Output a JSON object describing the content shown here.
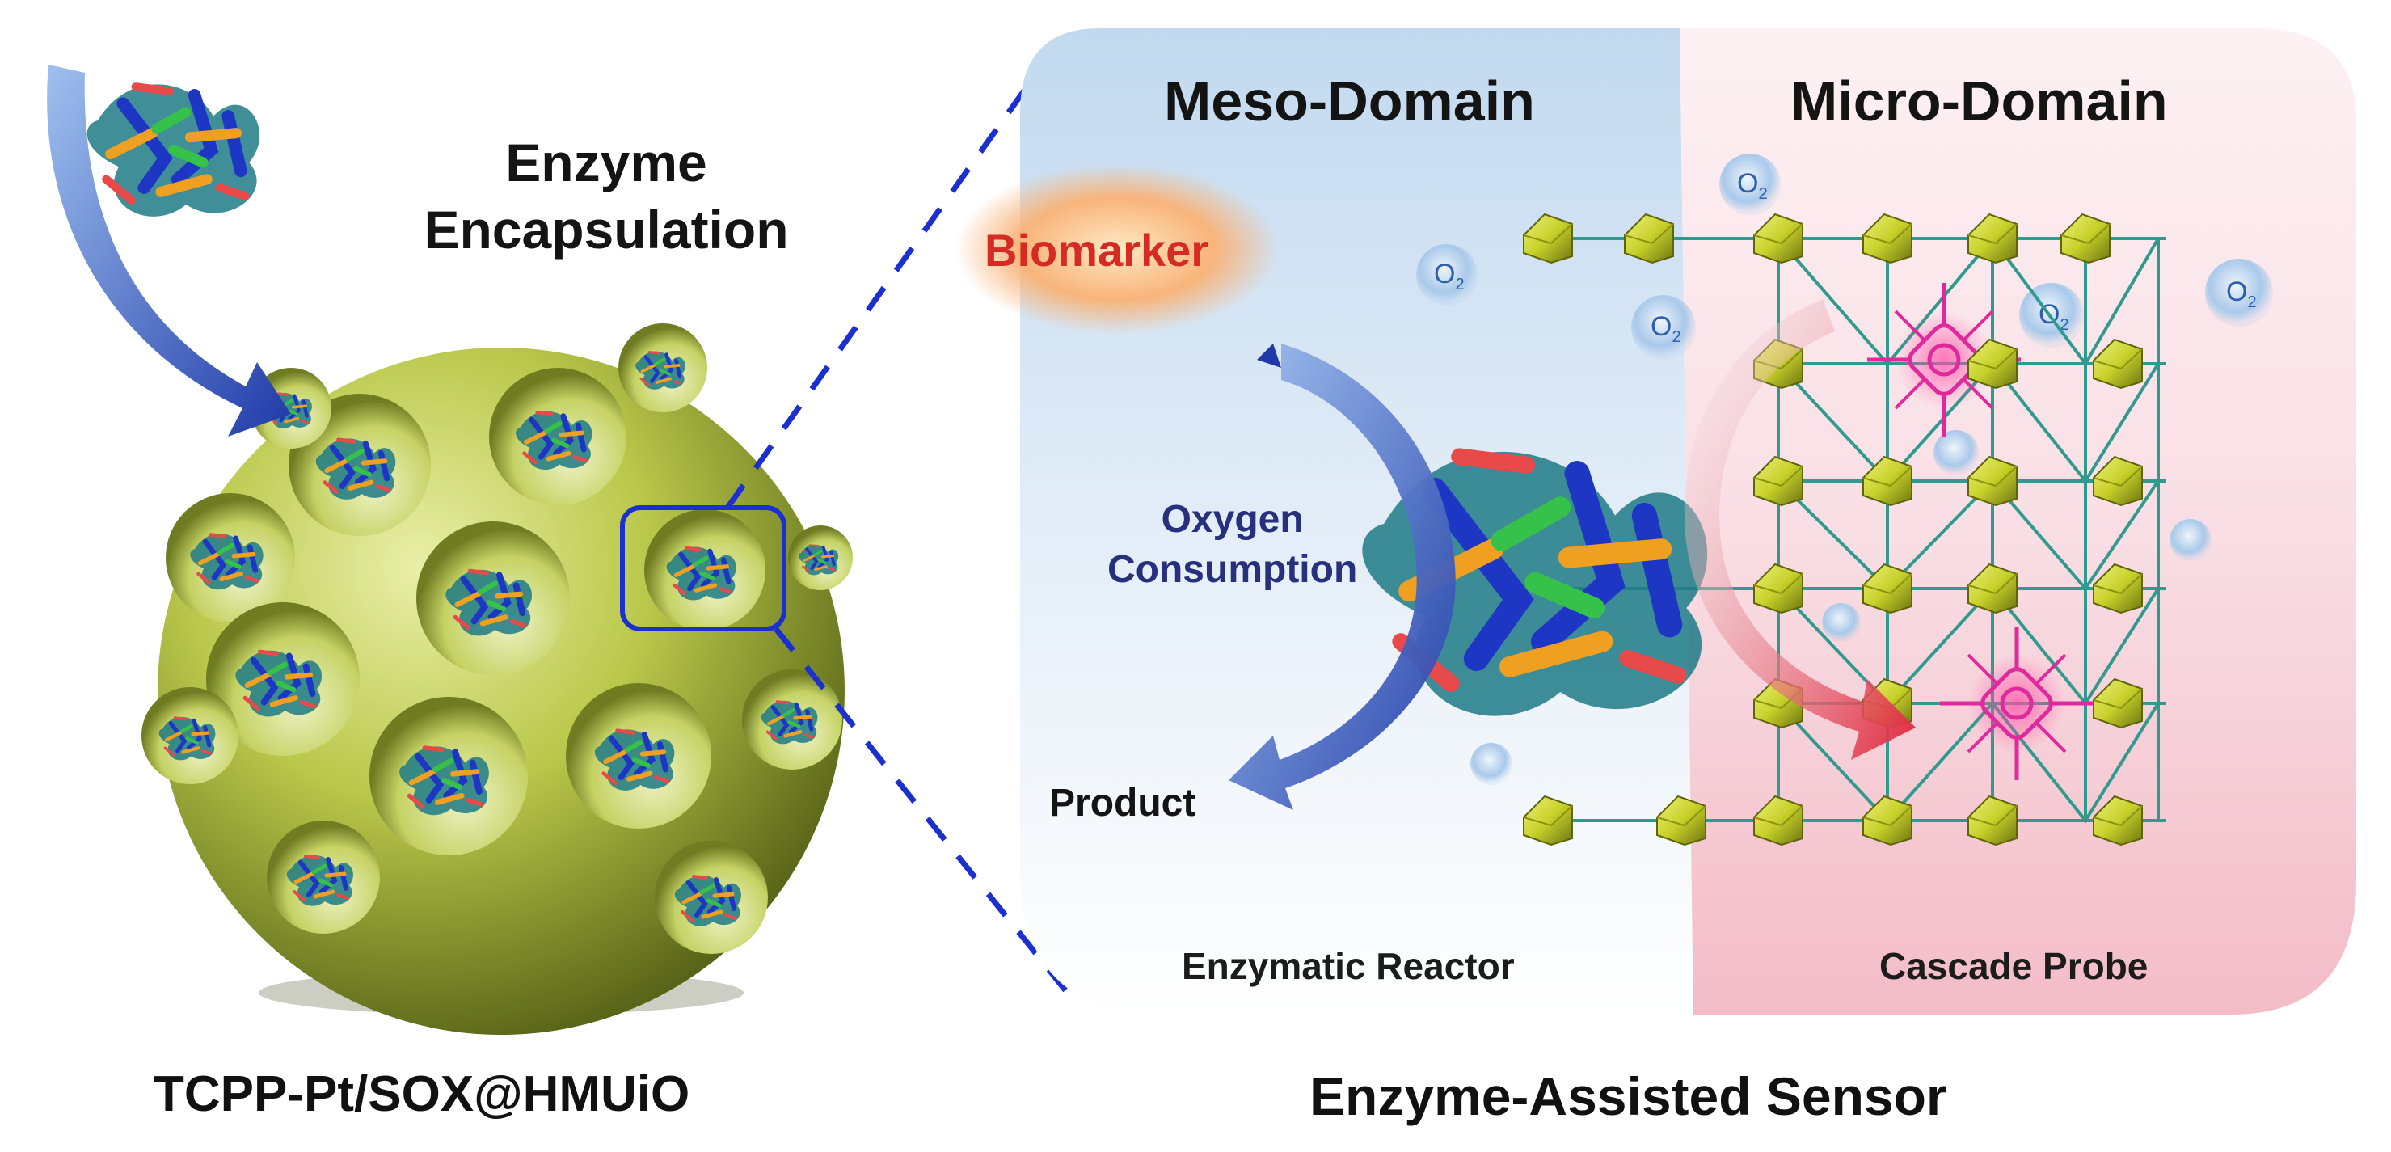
{
  "labels": {
    "encapsulation_line1": "Enzyme",
    "encapsulation_line2": "Encapsulation",
    "meso_domain": "Meso-Domain",
    "micro_domain": "Micro-Domain",
    "biomarker": "Biomarker",
    "oxygen_line1": "Oxygen",
    "oxygen_line2": "Consumption",
    "product": "Product",
    "enzymatic_reactor": "Enzymatic Reactor",
    "cascade_probe": "Cascade Probe",
    "left_caption": "TCPP-Pt/SOX@HMUiO",
    "right_caption": "Enzyme-Assisted Sensor"
  },
  "oxygen_symbol": "O",
  "oxygen_subscript": "2",
  "colors": {
    "meso_panel": "#cfe1f3",
    "micro_panel": "#f6cfd6",
    "sphere": "#b9c84a",
    "node": "#c7d12a",
    "linker": "#2f9a8d",
    "porphyrin": "#e0299c",
    "arrow_blue": "#2c3f9e",
    "biomarker_text": "#d62b22",
    "oxygen_text": "#27307d"
  }
}
